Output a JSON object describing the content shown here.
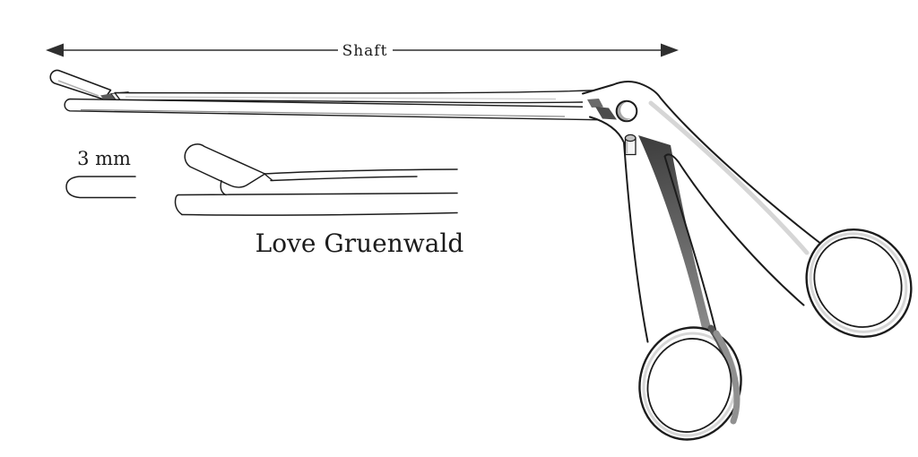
{
  "dimension": {
    "label": "Shaft"
  },
  "details": {
    "jaw_width": "3 mm",
    "instrument_name": "Love Gruenwald"
  },
  "colors": {
    "background": "#ffffff",
    "line": "#1c1c1c",
    "arrow": "#2f2f2f",
    "shade_dark": "#3d3d3d",
    "shade_mid": "#929292",
    "shade_light": "#d6d6d6"
  }
}
